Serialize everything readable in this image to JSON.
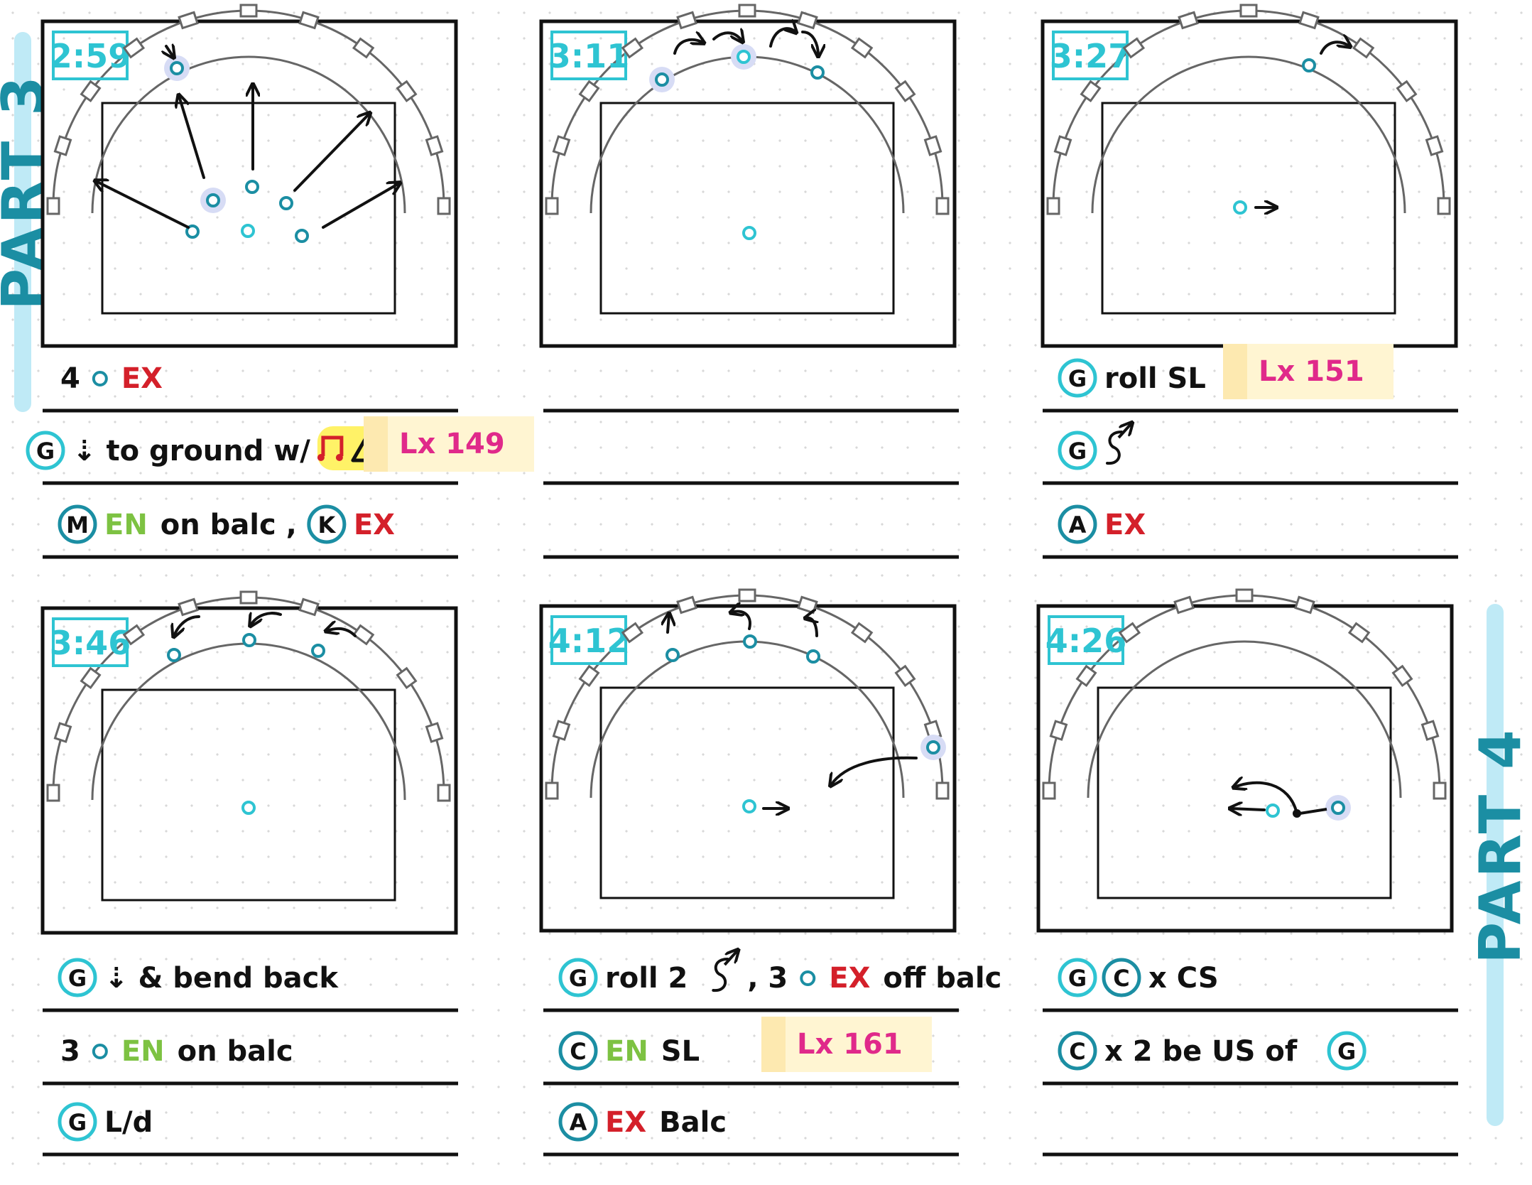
{
  "parts": {
    "top": "PART 3",
    "bottom": "PART 4"
  },
  "colors": {
    "teal": "#1b8ea3",
    "cyan": "#2ec4d2",
    "red": "#d4202a",
    "green": "#7dc242",
    "pink": "#e0298a",
    "highlight_yellow": "#fff267",
    "sticky": "#fff5d2",
    "part_bar": "#bfeaf6"
  },
  "panels": [
    {
      "time": "2:59",
      "notes": [
        {
          "items": [
            {
              "t": "4",
              "c": "black"
            },
            {
              "icon": "dancer-circle-icon"
            },
            {
              "t": "EX",
              "c": "red"
            }
          ]
        },
        {
          "items": [
            {
              "badge": "G",
              "style": "cyan"
            },
            {
              "t": "⇣ to ground w/",
              "c": "black"
            },
            {
              "icon": "music-note-icon"
            },
            {
              "icon": "triangle-icon"
            }
          ],
          "tag": "Lx 149"
        },
        {
          "items": [
            {
              "badge": "M",
              "style": "teal"
            },
            {
              "t": "EN",
              "c": "green"
            },
            {
              "t": "on balc ,",
              "c": "black"
            },
            {
              "badge": "K",
              "style": "teal"
            },
            {
              "t": "EX",
              "c": "red"
            }
          ]
        }
      ]
    },
    {
      "time": "3:11",
      "notes": [
        {
          "items": []
        },
        {
          "items": []
        },
        {
          "items": []
        }
      ]
    },
    {
      "time": "3:27",
      "notes": [
        {
          "items": [
            {
              "badge": "G",
              "style": "cyan"
            },
            {
              "t": "roll  SL",
              "c": "black"
            }
          ],
          "tag": "Lx 151"
        },
        {
          "items": [
            {
              "badge": "G",
              "style": "cyan"
            },
            {
              "icon": "swirl-arrow-icon"
            }
          ]
        },
        {
          "items": [
            {
              "badge": "A",
              "style": "teal"
            },
            {
              "t": "EX",
              "c": "red"
            }
          ]
        }
      ]
    },
    {
      "time": "3:46",
      "notes": [
        {
          "items": [
            {
              "badge": "G",
              "style": "cyan"
            },
            {
              "t": "⇣ & bend back",
              "c": "black"
            }
          ]
        },
        {
          "items": [
            {
              "t": "3",
              "c": "black"
            },
            {
              "icon": "dancer-circle-icon"
            },
            {
              "t": "EN",
              "c": "green"
            },
            {
              "t": "on balc",
              "c": "black"
            }
          ]
        },
        {
          "items": [
            {
              "badge": "G",
              "style": "cyan"
            },
            {
              "t": "ᒪ/d",
              "c": "black"
            }
          ]
        }
      ]
    },
    {
      "time": "4:12",
      "notes": [
        {
          "items": [
            {
              "badge": "G",
              "style": "cyan"
            },
            {
              "t": "roll  2",
              "c": "black"
            },
            {
              "icon": "swirl-arrow-icon"
            },
            {
              "t": ", 3",
              "c": "black"
            },
            {
              "icon": "dancer-circle-icon"
            },
            {
              "t": "EX",
              "c": "red"
            },
            {
              "t": "off balc",
              "c": "black"
            }
          ]
        },
        {
          "items": [
            {
              "badge": "C",
              "style": "teal"
            },
            {
              "t": "EN",
              "c": "green"
            },
            {
              "t": "SL",
              "c": "black"
            }
          ],
          "tag": "Lx 161"
        },
        {
          "items": [
            {
              "badge": "A",
              "style": "teal"
            },
            {
              "t": "EX",
              "c": "red"
            },
            {
              "t": "Balc",
              "c": "black"
            }
          ]
        }
      ]
    },
    {
      "time": "4:26",
      "notes": [
        {
          "items": [
            {
              "badge": "G",
              "style": "cyan"
            },
            {
              "badge": "C",
              "style": "teal"
            },
            {
              "t": "x  CS",
              "c": "black"
            }
          ]
        },
        {
          "items": [
            {
              "badge": "C",
              "style": "teal"
            },
            {
              "t": "x  2 be  US of",
              "c": "black"
            },
            {
              "badge": "G",
              "style": "cyan"
            }
          ]
        },
        {
          "items": []
        }
      ]
    }
  ]
}
